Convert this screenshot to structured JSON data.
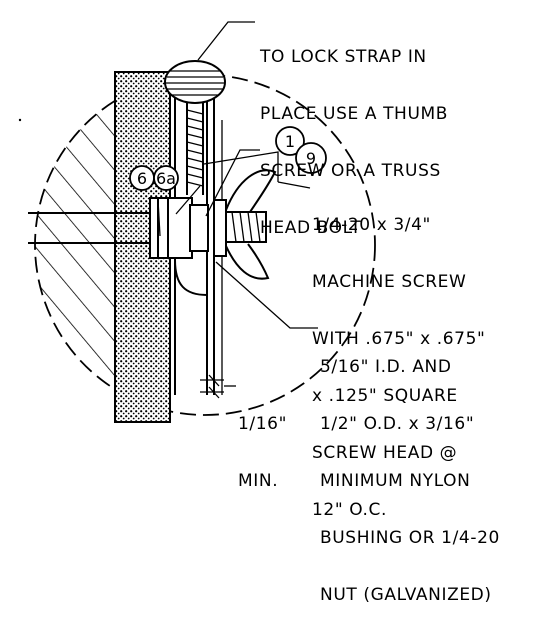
{
  "callouts": {
    "lock_strap": [
      "TO LOCK STRAP IN",
      "PLACE USE A THUMB",
      "SCREW OR A TRUSS",
      "HEAD BOLT"
    ],
    "machine_screw": [
      "1/4-20 x 3/4\"",
      "MACHINE SCREW",
      "WITH .675\" x .675\"",
      "x .125\" SQUARE",
      "SCREW HEAD @",
      "12\" O.C."
    ],
    "bushing": [
      "5/16\" I.D. AND",
      "1/2\" O.D. x 3/16\"",
      "MINIMUM NYLON",
      "BUSHING OR 1/4-20",
      "NUT (GALVANIZED)"
    ],
    "min_gap": [
      "1/16\"",
      "MIN."
    ]
  },
  "tags": {
    "t1": "1",
    "t9": "9",
    "t6": "6",
    "t6a": "6a"
  }
}
